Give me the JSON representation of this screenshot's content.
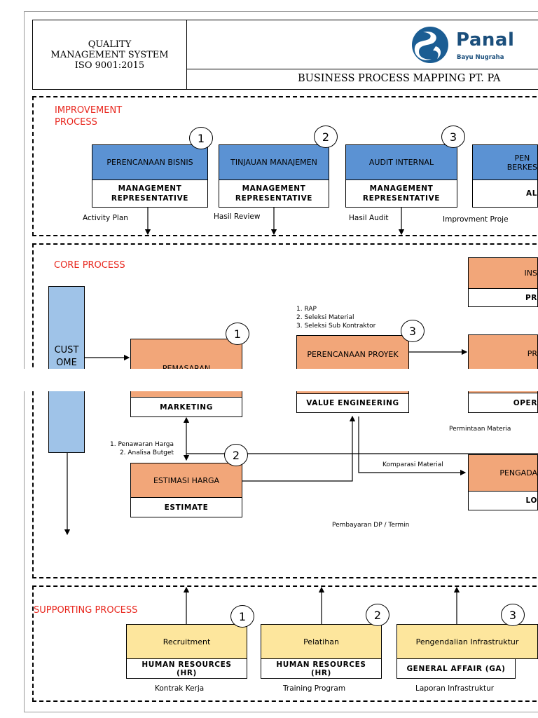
{
  "header": {
    "qms": "QUALITY\nMANAGEMENT SYSTEM\nISO 9001:2015",
    "title": "BUSINESS PROCESS MAPPING PT. PA",
    "brand": "Panal",
    "brand_sub": "Bayu Nugraha",
    "brand_color": "#1b4f7c"
  },
  "improvement": {
    "label": "IMPROVEMENT\n    PROCESS",
    "items": [
      {
        "num": "1",
        "process": "PERENCANAAN BISNIS",
        "owner": "MANAGEMENT\nREPRESENTATIVE",
        "output": "Activity Plan"
      },
      {
        "num": "2",
        "process": "TINJAUAN MANAJEMEN",
        "owner": "MANAGEMENT\nREPRESENTATIVE",
        "output": "Hasil Review"
      },
      {
        "num": "3",
        "process": "AUDIT INTERNAL",
        "owner": "MANAGEMENT\nREPRESENTATIVE",
        "output": "Hasil Audit"
      },
      {
        "process": "PEN\nBERKES",
        "owner": "AL",
        "output": "Improvment Proje"
      }
    ]
  },
  "core": {
    "label": "CORE PROCESS",
    "customer": "CUST\nOME\nR\nR",
    "pemasaran": {
      "num": "1",
      "process": "PEMASARAN",
      "owner": "MARKETING"
    },
    "estimasi": {
      "num": "2",
      "process": "ESTIMASI HARGA",
      "owner": "ESTIMATE"
    },
    "perencanaan": {
      "num": "3",
      "process": "PERENCANAAN PROYEK",
      "owner": "VALUE ENGINEERING"
    },
    "ins": {
      "process": "INS",
      "owner": "PR"
    },
    "pr": {
      "process": "PR",
      "owner": "OPER"
    },
    "pengadaan": {
      "process": "PENGADA",
      "owner": "LO"
    },
    "rap_list": "1. RAP\n2. Seleksi Material\n3. Seleksi Sub Kontraktor",
    "penawaran_list": "1. Penawaran Harga\n2. Analisa Butget",
    "permintaan": "Permintaan Materia",
    "komparasi": "Komparasi Material",
    "pembayaran": "Pembayaran DP / Termin"
  },
  "supporting": {
    "label": "SUPPORTING PROCESS",
    "items": [
      {
        "num": "1",
        "process": "Recruitment",
        "owner": "HUMAN RESOURCES\n(HR)",
        "output": "Kontrak Kerja"
      },
      {
        "num": "2",
        "process": "Pelatihan",
        "owner": "HUMAN RESOURCES\n(HR)",
        "output": "Training Program"
      },
      {
        "num": "3",
        "process": "Pengendalian Infrastruktur",
        "owner": "GENERAL AFFAIR (GA)",
        "output": "Laporan Infrastruktur"
      }
    ]
  },
  "colors": {
    "improvement_box": "#5b92d3",
    "core_box": "#f2a679",
    "support_box": "#fde69d",
    "customer_box": "#9fc3e8",
    "section_label": "#e8271e"
  }
}
